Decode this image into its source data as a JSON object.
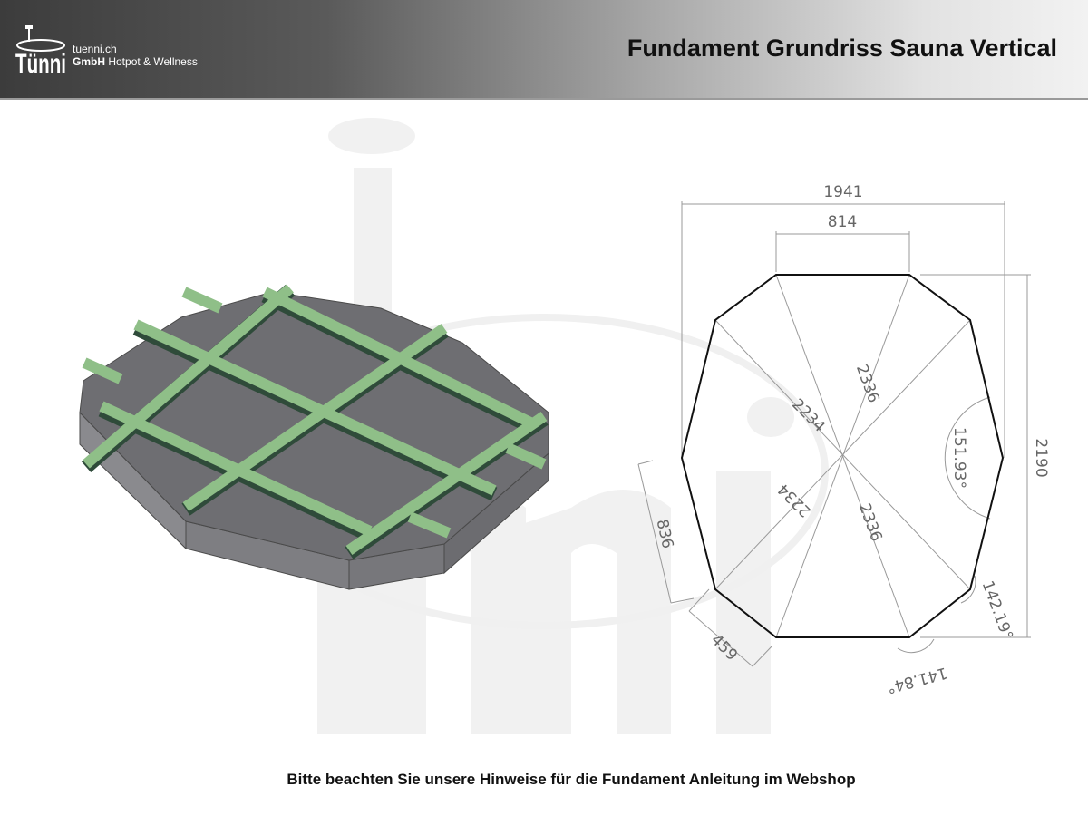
{
  "header": {
    "title": "Fundament Grundriss Sauna Vertical",
    "logo": {
      "brand": "Tunni",
      "domain": "tuenni.ch",
      "company_bold": "GmbH",
      "company_rest": "Hotpot & Wellness"
    }
  },
  "drawing": {
    "dimensions": {
      "overall_width": "1941",
      "top_edge": "814",
      "overall_height": "2190",
      "diagonal_a1": "2336",
      "diagonal_a2": "2336",
      "diagonal_b1": "2234",
      "diagonal_b2": "2234",
      "side_long": "836",
      "side_short": "459",
      "angle_right": "151.93°",
      "angle_lower_right": "142.19°",
      "angle_bottom": "141.84°"
    },
    "colors": {
      "slab_top": "#6e6e70",
      "slab_side": "#858589",
      "beams": "#8fbf88",
      "outline": "#111111",
      "dimension": "#888888"
    }
  },
  "footer": {
    "note": "Bitte beachten Sie unsere Hinweise für die Fundament Anleitung im Webshop"
  }
}
